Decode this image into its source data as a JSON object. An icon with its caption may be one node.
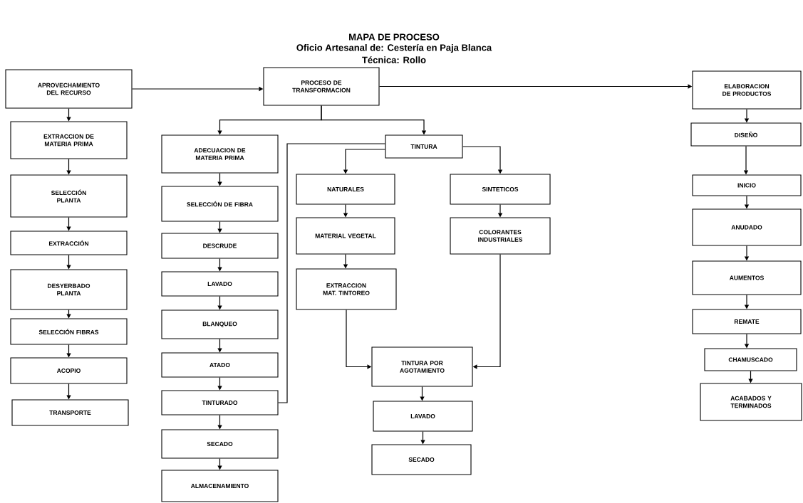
{
  "diagram": {
    "title": "MAPA DE PROCESO",
    "nodes": [
      {
        "text": [
          "APROVECHAMIENTO DEL RECURSO"
        ]
      },
      {
        "text": [
          "EXTRACCION DE MATERIA PRIMA"
        ]
      },
      {
        "text": [
          "SELECCIÓN PLANTA"
        ]
      },
      {
        "text": [
          "EXTRACCIÓN"
        ]
      },
      {
        "text": [
          "DESYERBADO PLANTA"
        ]
      },
      {
        "text": [
          "SELECCIÓN FIBRAS"
        ]
      },
      {
        "text": [
          "ACOPIO"
        ]
      },
      {
        "text": [
          "TRANSPORTE"
        ]
      },
      {
        "text": [
          "PROCESO DE TRANSFORMACION"
        ]
      },
      {
        "text": [
          "ADECUACION DE MATERIA PRIMA"
        ]
      },
      {
        "text": [
          "SELECCIÓN DE FIBRA"
        ]
      },
      {
        "text": [
          "DESCRUDE"
        ]
      },
      {
        "text": [
          "LAVADO"
        ]
      },
      {
        "text": [
          "BLANQUEO"
        ]
      },
      {
        "text": [
          "ATADO"
        ]
      },
      {
        "text": [
          "TINTURADO"
        ]
      },
      {
        "text": [
          "SECADO"
        ]
      },
      {
        "text": [
          "ALMACENAMIENTO"
        ]
      },
      {
        "text": [
          "TINTURA"
        ]
      },
      {
        "text": [
          "NATURALES"
        ]
      },
      {
        "text": [
          "MATERIAL VEGETAL"
        ]
      },
      {
        "text": [
          "EXTRACCION MAT. TINTOREO"
        ]
      },
      {
        "text": [
          "SINTETICOS"
        ]
      },
      {
        "text": [
          "COLORANTES INDUSTRIALES"
        ]
      },
      {
        "text": [
          "TINTURA POR AGOTAMIENTO"
        ]
      },
      {
        "text": [
          "LAVADO"
        ]
      },
      {
        "text": [
          "SECADO"
        ]
      },
      {
        "text": [
          "ELABORACION DE PRODUCTOS"
        ]
      },
      {
        "text": [
          "DISEÑO"
        ]
      },
      {
        "text": [
          "INICIO"
        ]
      },
      {
        "text": [
          "ANUDADO"
        ]
      },
      {
        "text": [
          "AUMENTOS"
        ]
      },
      {
        "text": [
          "REMATE"
        ]
      },
      {
        "text": [
          "CHAMUSCADO"
        ]
      },
      {
        "text": [
          "ACABADOS Y TERMINADOS"
        ]
      }
    ],
    "edges": [
      {
        "from": 0,
        "to": 1,
        "arrow": "to"
      },
      {
        "from": 1,
        "to": 2,
        "arrow": "to"
      },
      {
        "from": 2,
        "to": 3,
        "arrow": "to"
      },
      {
        "from": 3,
        "to": 4,
        "arrow": "to"
      },
      {
        "from": 4,
        "to": 5,
        "arrow": "to"
      },
      {
        "from": 5,
        "to": 6,
        "arrow": "to"
      },
      {
        "from": 6,
        "to": 7,
        "arrow": "to"
      },
      {
        "from": 0,
        "to": 8,
        "arrow": "to"
      },
      {
        "from": 8,
        "to": 27,
        "arrow": "to"
      },
      {
        "from": 8,
        "to": 9,
        "arrow": "to"
      },
      {
        "from": 8,
        "to": 18,
        "arrow": "to"
      },
      {
        "from": 9,
        "to": 10,
        "arrow": "to"
      },
      {
        "from": 10,
        "to": 11,
        "arrow": "to"
      },
      {
        "from": 11,
        "to": 12,
        "arrow": "to"
      },
      {
        "from": 12,
        "to": 13,
        "arrow": "to"
      },
      {
        "from": 13,
        "to": 14,
        "arrow": "to"
      },
      {
        "from": 14,
        "to": 15,
        "arrow": "to"
      },
      {
        "from": 15,
        "to": 16,
        "arrow": "to"
      },
      {
        "from": 16,
        "to": 17,
        "arrow": "to"
      },
      {
        "from": 18,
        "to": 15,
        "arrow": "none"
      },
      {
        "from": 18,
        "to": 19,
        "arrow": "to"
      },
      {
        "from": 18,
        "to": 22,
        "arrow": "to"
      },
      {
        "from": 19,
        "to": 20,
        "arrow": "to"
      },
      {
        "from": 20,
        "to": 21,
        "arrow": "to"
      },
      {
        "from": 21,
        "to": 24,
        "arrow": "to"
      },
      {
        "from": 22,
        "to": 23,
        "arrow": "to"
      },
      {
        "from": 23,
        "to": 24,
        "arrow": "to"
      },
      {
        "from": 24,
        "to": 25,
        "arrow": "to"
      },
      {
        "from": 25,
        "to": 26,
        "arrow": "to"
      },
      {
        "from": 27,
        "to": 28,
        "arrow": "to"
      },
      {
        "from": 28,
        "to": 29,
        "arrow": "to"
      },
      {
        "from": 29,
        "to": 30,
        "arrow": "to"
      },
      {
        "from": 30,
        "to": 31,
        "arrow": "to"
      },
      {
        "from": 31,
        "to": 32,
        "arrow": "to"
      },
      {
        "from": 32,
        "to": 33,
        "arrow": "to"
      },
      {
        "from": 33,
        "to": 34,
        "arrow": "to"
      }
    ],
    "labels": [
      "Oficio Artesanal de: Cestería en Paja Blanca",
      "Técnica: Rollo"
    ]
  }
}
